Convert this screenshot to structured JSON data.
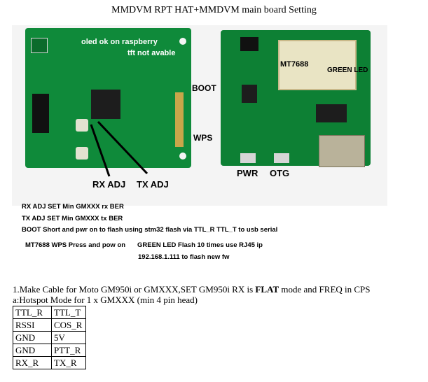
{
  "title": "MMDVM RPT HAT+MMDVM main board Setting",
  "photo": {
    "oled_note": "oled ok on raspberry",
    "tft_note": "tft not avable",
    "boot": "BOOT",
    "wps": "WPS",
    "rx_adj": "RX ADJ",
    "tx_adj": "TX ADJ",
    "pwr": "PWR",
    "otg": "OTG",
    "mt7688": "MT7688",
    "green_led": "GREEN LED"
  },
  "notes": {
    "line1": "RX ADJ SET Min GMXXX rx BER",
    "line2": "TX ADJ SET Min GMXXX tx BER",
    "line3": "BOOT Short  and pwr on to flash using stm32 flash via TTL_R TTL_T  to usb serial",
    "line4a": "MT7688 WPS Press and pow on",
    "line4b": "GREEN LED Flash 10 times  use RJ45 ip",
    "line5": "192.168.1.111 to flash new fw"
  },
  "instructions": {
    "line1_pre": "1.Make Cable for Moto GM950i or GMXXX,SET GM950i RX is ",
    "line1_bold": "FLAT",
    "line1_post": " mode and FREQ in CPS",
    "line2": "a:Hotspot Mode for 1 x GMXXX  (min 4 pin head)"
  },
  "pin_table": [
    [
      "TTL_R",
      "TTL_T"
    ],
    [
      "RSSI",
      "COS_R"
    ],
    [
      "GND",
      "5V"
    ],
    [
      "GND",
      "PTT_R"
    ],
    [
      "RX_R",
      "TX_R"
    ]
  ]
}
